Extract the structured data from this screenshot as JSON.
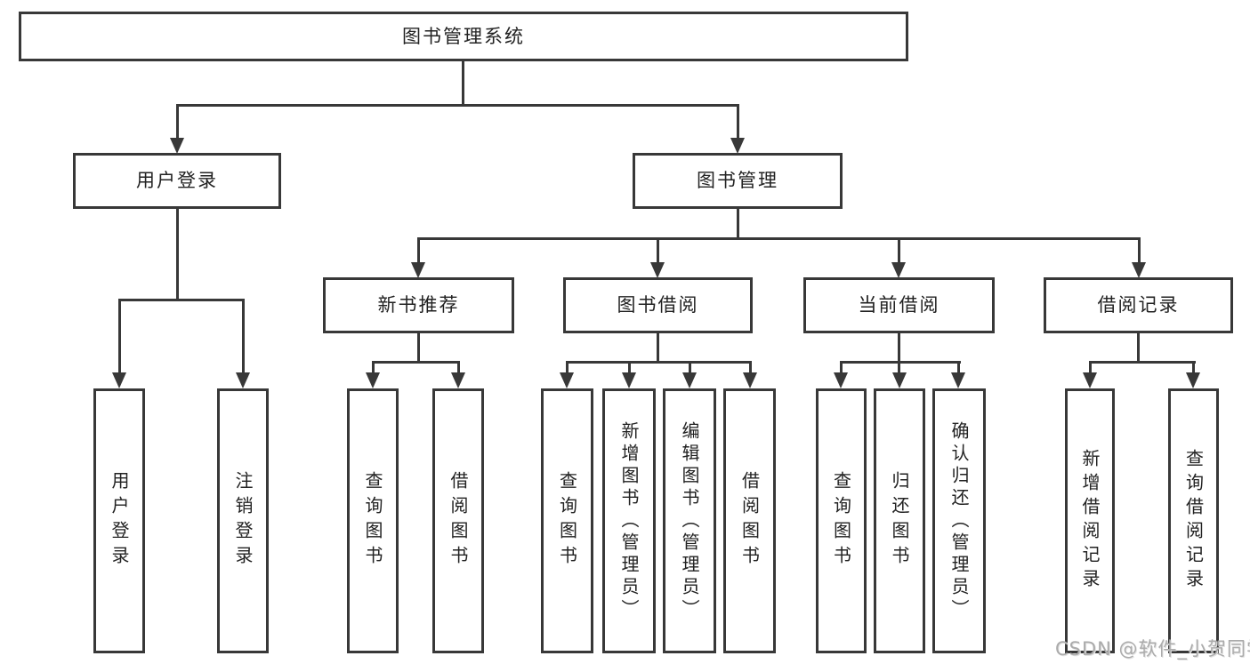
{
  "watermark": "CSDN @软件_小贺同学",
  "colors": {
    "line": "#383838",
    "text": "#222222",
    "background": "#ffffff",
    "watermark": "#ababab"
  },
  "tree": {
    "label": "图书管理系统",
    "children": [
      {
        "label": "用户登录",
        "children": [
          {
            "label": "用户登录"
          },
          {
            "label": "注销登录"
          }
        ]
      },
      {
        "label": "图书管理",
        "children": [
          {
            "label": "新书推荐",
            "children": [
              {
                "label": "查询图书"
              },
              {
                "label": "借阅图书"
              }
            ]
          },
          {
            "label": "图书借阅",
            "children": [
              {
                "label": "查询图书"
              },
              {
                "label": "新增图书（管理员）"
              },
              {
                "label": "编辑图书（管理员）"
              },
              {
                "label": "借阅图书"
              }
            ]
          },
          {
            "label": "当前借阅",
            "children": [
              {
                "label": "查询图书"
              },
              {
                "label": "归还图书"
              },
              {
                "label": "确认归还（管理员）"
              }
            ]
          },
          {
            "label": "借阅记录",
            "children": [
              {
                "label": "新增借阅记录"
              },
              {
                "label": "查询借阅记录"
              }
            ]
          }
        ]
      }
    ]
  }
}
